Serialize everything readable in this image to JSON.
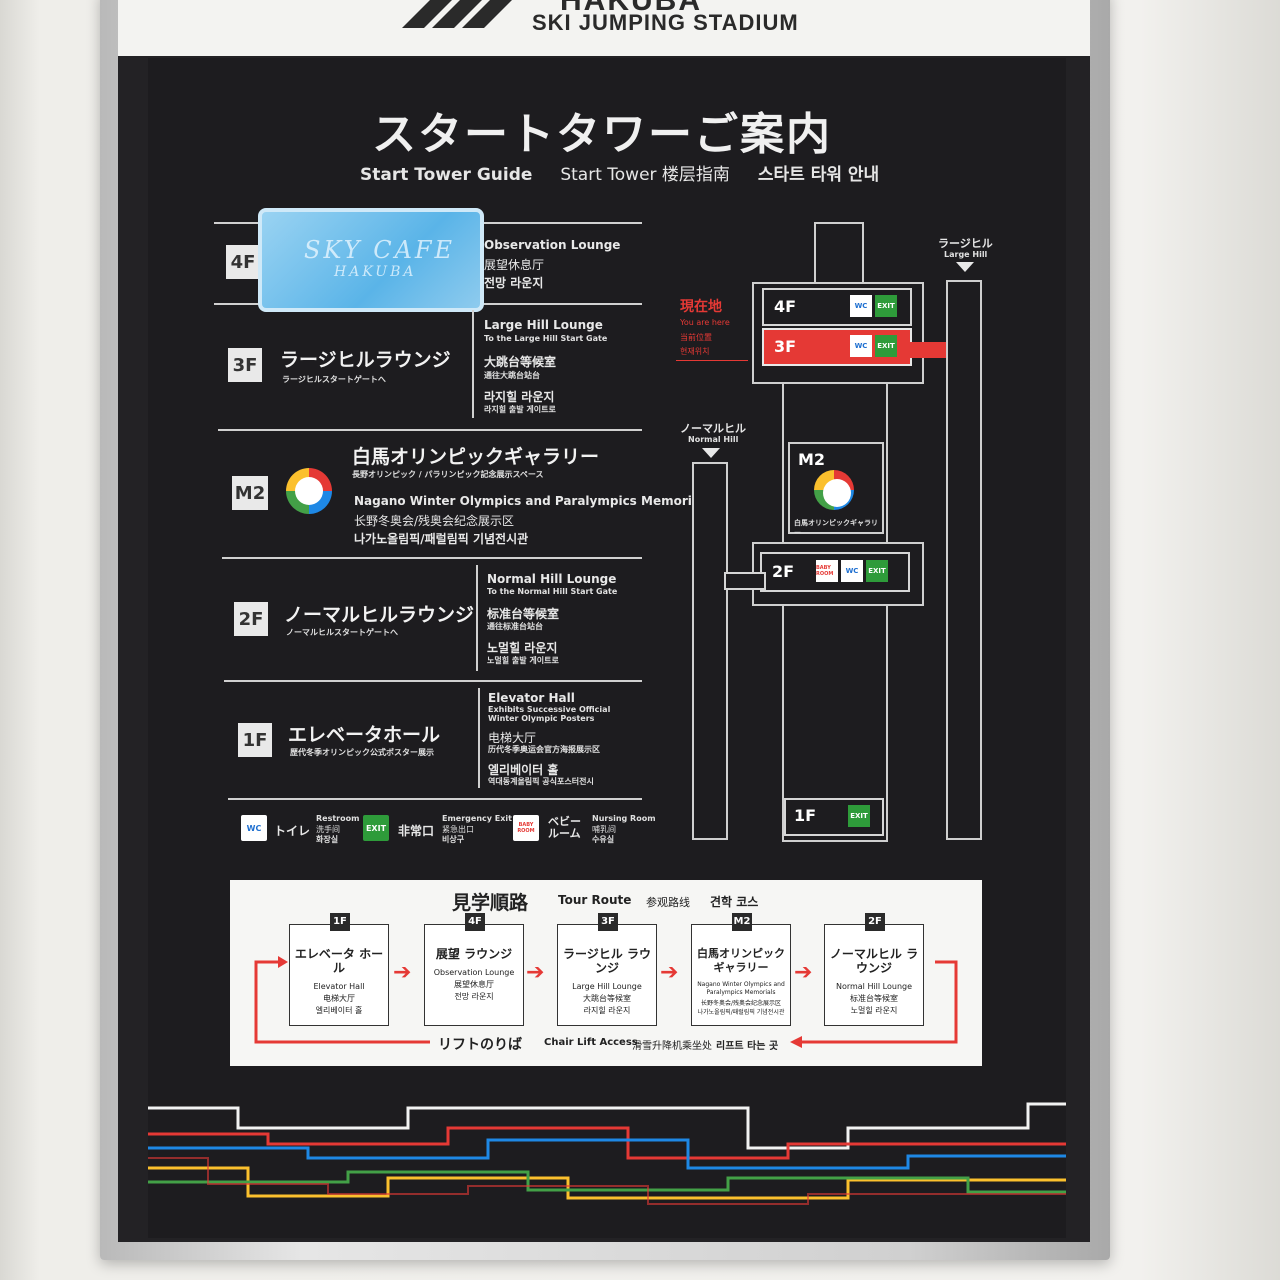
{
  "header": {
    "brand_top": "HAKUBA",
    "brand": "SKI JUMPING STADIUM"
  },
  "title": "スタートタワーご案内",
  "subtitles": [
    "Start Tower Guide",
    "Start Tower 楼层指南",
    "스타트 타워 안내"
  ],
  "floors": {
    "f4": {
      "badge": "4F",
      "logo1": "SKY CAFE",
      "logo2": "HAKUBA",
      "en": "Observation Lounge",
      "cn": "展望休息厅",
      "kr": "전망 라운지"
    },
    "f3": {
      "badge": "3F",
      "jp": "ラージヒルラウンジ",
      "jp_sub": "ラージヒルスタートゲートへ",
      "en": "Large Hill Lounge",
      "en_sub": "To the Large Hill Start Gate",
      "cn": "大跳台等候室",
      "cn_sub": "通往大跳台站台",
      "kr": "라지힐 라운지",
      "kr_sub": "라지힐 출발 게이트로"
    },
    "m2": {
      "badge": "M2",
      "jp": "白馬オリンピックギャラリー",
      "jp_sub": "長野オリンピック / パラリンピック記念展示スペース",
      "en": "Nagano Winter Olympics and Paralympics Memorials",
      "cn": "长野冬奥会/残奥会纪念展示区",
      "kr": "나가노올림픽/패럴림픽 기념전시관"
    },
    "f2": {
      "badge": "2F",
      "jp": "ノーマルヒルラウンジ",
      "jp_sub": "ノーマルヒルスタートゲートへ",
      "en": "Normal Hill Lounge",
      "en_sub": "To the Normal Hill Start Gate",
      "cn": "标准台等候室",
      "cn_sub": "通往标准台站台",
      "kr": "노멀힐 라운지",
      "kr_sub": "노멀힐 출발 게이트로"
    },
    "f1": {
      "badge": "1F",
      "jp": "エレベータホール",
      "jp_sub": "歴代冬季オリンピック公式ポスター展示",
      "en": "Elevator Hall",
      "en_sub1": "Exhibits Successive Official",
      "en_sub2": "Winter Olympic Posters",
      "cn": "电梯大厅",
      "cn_sub": "历代冬季奥运会官方海报展示区",
      "kr": "엘리베이터 홀",
      "kr_sub": "역대동계올림픽 공식포스터전시"
    }
  },
  "legend": {
    "wc_icon": "WC",
    "wc": "トイレ",
    "wc_en": "Restroom",
    "wc_cn": "洗手间",
    "wc_kr": "화장실",
    "exit_icon": "EXIT",
    "exit": "非常口",
    "exit_en": "Emergency Exit",
    "exit_cn": "紧急出口",
    "exit_kr": "비상구",
    "baby_icon": "BABY ROOM",
    "baby": "ベビールーム",
    "baby_en": "Nursing Room",
    "baby_cn": "哺乳间",
    "baby_kr": "수유실"
  },
  "map": {
    "large_hill_jp": "ラージヒル",
    "large_hill_en": "Large Hill",
    "normal_hill_jp": "ノーマルヒル",
    "normal_hill_en": "Normal Hill",
    "here_jp": "現在地",
    "here_en": "You are here",
    "here_cn": "当前位置",
    "here_kr": "현재위치",
    "f4": "4F",
    "f3": "3F",
    "m2": "M2",
    "m2_label": "白馬オリンピックギャラリー",
    "f2": "2F",
    "f1": "1F"
  },
  "tour": {
    "title_jp": "見学順路",
    "title_en": "Tour Route",
    "title_cn": "参观路线",
    "title_kr": "견학 코스",
    "steps": [
      {
        "badge": "1F",
        "jp": "エレベータ ホール",
        "en": "Elevator Hall",
        "cn": "电梯大厅",
        "kr": "엘리베이터 홀"
      },
      {
        "badge": "4F",
        "jp": "展望 ラウンジ",
        "en": "Observation Lounge",
        "cn": "展望休息厅",
        "kr": "전망 라운지"
      },
      {
        "badge": "3F",
        "jp": "ラージヒル ラウンジ",
        "en": "Large Hill Lounge",
        "cn": "大跳台等候室",
        "kr": "라지힐 라운지"
      },
      {
        "badge": "M2",
        "jp": "白馬オリンピック ギャラリー",
        "en": "Nagano Winter Olympics and Paralympics Memorials",
        "cn": "长野冬奥会/残奥会纪念展示区",
        "kr": "나가노올림픽/패럴림픽 기념전시관"
      },
      {
        "badge": "2F",
        "jp": "ノーマルヒル ラウンジ",
        "en": "Normal Hill Lounge",
        "cn": "标准台等候室",
        "kr": "노멀힐 라운지"
      }
    ],
    "lift_jp": "リフトのりば",
    "lift_en": "Chair Lift Access",
    "lift_cn": "滑雪升降机乘坐处",
    "lift_kr": "리프트 타는 곳"
  },
  "colors": {
    "accent": "#e53935",
    "exit": "#2e9b3a",
    "wc": "#1e6fd0",
    "bg": "#1d1c1f"
  }
}
